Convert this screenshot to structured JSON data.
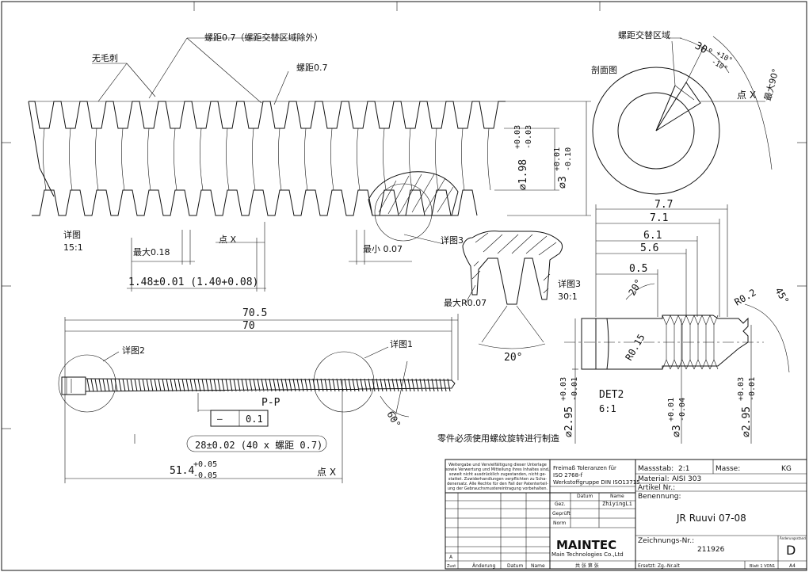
{
  "notes": {
    "no_burr": "无毛刺",
    "pitch_note": "螺距0.7（螺距交替区域除外）",
    "pitch": "螺距0.7",
    "detail_label": "详图",
    "scale_15": "15:1",
    "max_018": "最大0.18",
    "point_x": "点  X",
    "min_007": "最小  0.07",
    "detail3": "详图3",
    "dim_148": "1.48±0.01 (1.40+0.08)",
    "dia_198": "⌀1.98",
    "tol_198": [
      "+0.03",
      "-0.03"
    ],
    "dia_3": "⌀3",
    "tol_3_top": [
      "+0.01",
      "-0.10"
    ],
    "maxR007": "最大R0.07",
    "detail3_30": "详图3",
    "scale_30": "30:1",
    "angle_20": "20°",
    "section_view": "剖面图",
    "alt_zone": "螺距交替区域",
    "angle_30": "30°",
    "angle_30_tol": [
      "+10°",
      "-10°"
    ],
    "max_90": "最大90°",
    "point_x2": "点  X",
    "len_705": "70.5",
    "len_70": "70",
    "detail2": "详图2",
    "detail1": "详图1",
    "pp": "P-P",
    "flat_sym": "—",
    "flat_val": "0.1",
    "angle_60": "60°",
    "thread_note": "28±0.02 (40 x 螺距   0.7)",
    "len_514": "51.4",
    "len_514_tol": [
      "+0.05",
      "-0.05"
    ],
    "point_x3": "点  X",
    "mfg_note": "零件必须使用螺纹旋转进行制造",
    "d77": "7.7",
    "d71": "7.1",
    "d61": "6.1",
    "d56": "5.6",
    "d05": "0.5",
    "a20": "20°",
    "a45": "45°",
    "r02": "R0.2",
    "r015": "R0.15",
    "det2": "DET2",
    "det2_scale": "6:1",
    "dia_295a": "⌀2.95",
    "tol_295a": [
      "+0.03",
      "-0.01"
    ],
    "dia_3b": "⌀3",
    "tol_3b": [
      "+0.01",
      "-0.04"
    ],
    "dia_295b": "⌀2.95",
    "tol_295b": [
      "+0.03",
      "-0.01"
    ]
  },
  "title_block": {
    "legal_text": [
      "Weitergabe und Vervielfältigung dieser Unterlage",
      "sowie Verwertung und Mitteilung ihres Inhaltes sind,",
      "soweit nicht ausdrücklich zugestanden, nicht ge-",
      "stattet. Zuwiderhandlungen verpflichten zu Scha-",
      "denersatz. Alle Rechte für den Fall der Patenterteil-",
      "ung der Gebrauchsmustereintragung vorbehalten."
    ],
    "tolerance": [
      "Freimaß Toleranzen für",
      "ISO 2768-f",
      "Werkstoffgruppe DIN ISO13715"
    ],
    "scale_label": "Massstab:",
    "scale_value": "2:1",
    "mass_label": "Masse:",
    "mass_unit": "KG",
    "material_label": "Material:",
    "material_value": "AISI 303",
    "article_label": "Artikel Nr.:",
    "name_label": "Benennung:",
    "name_value": "JR Ruuvi 07-08",
    "datum_head": "Datum",
    "name_head": "Name",
    "row_gez": "Gez.",
    "row_gepr": "Geprüft",
    "row_norm": "Norm",
    "drawer": "ZhiyingLi",
    "logo": "MAINTEC",
    "company": "Main Technologies Co.,Ltd",
    "drawing_no_label": "Zeichnungs-Nr.:",
    "drawing_no": "211926",
    "change_state_label": "Änderungsstand",
    "change_state": "D",
    "rev_a": "A",
    "zust": "Zust",
    "aenderung": "Änderung",
    "datum_col": "Datum",
    "name_col": "Name",
    "sheet_cn": "共  张  第  张",
    "replace": "Ersetzt: Zg.-Nr.alt",
    "sheet": "Blatt 1 VON1",
    "format": "A4"
  }
}
